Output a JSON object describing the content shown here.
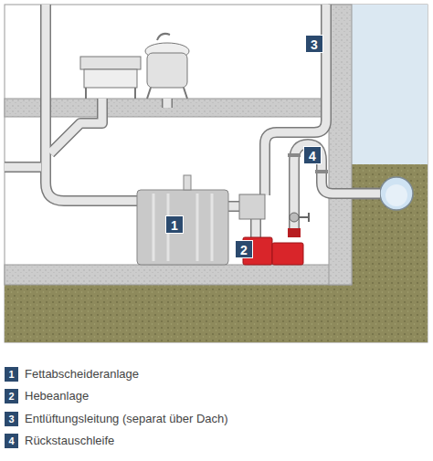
{
  "diagram": {
    "labels": [
      "1",
      "2",
      "3",
      "4",
      "1",
      "2",
      "3",
      "4"
    ],
    "legend": [
      {
        "text": "Fettabscheideranlage",
        "color": "#2b4a6e"
      },
      {
        "text": "Hebeanlage",
        "color": "#2b4a6e"
      },
      {
        "text": "Entlüftungsleitung (separat über Dach)",
        "color": "#2b4a6e"
      },
      {
        "text": "Rückstauschleife",
        "color": "#2b4a6e"
      }
    ]
  }
}
